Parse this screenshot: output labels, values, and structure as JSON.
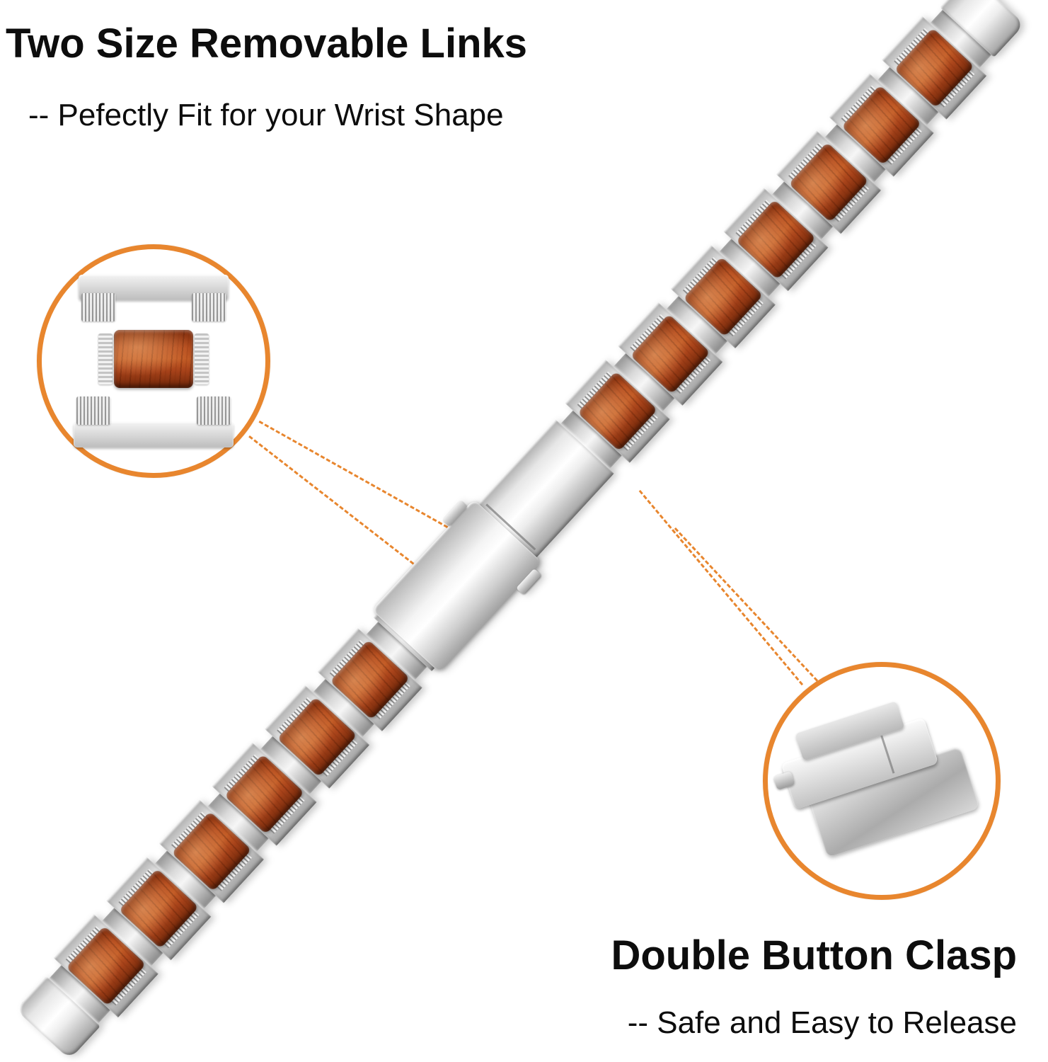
{
  "annotations": {
    "top": {
      "title": "Two Size Removable Links",
      "subtitle": "-- Pefectly Fit for your Wrist Shape"
    },
    "bottom": {
      "title": "Double Button Clasp",
      "subtitle": "-- Safe and Easy to Release"
    }
  },
  "colors": {
    "accent_orange": "#E8862E",
    "wood_red": "#B04818",
    "steel_light": "#F2F2F2",
    "steel_dark": "#A8A8A8",
    "text": "#0D0D0D"
  },
  "band": {
    "wood_links_lower": 6,
    "wood_links_upper": 7,
    "clasp_sections": 1
  }
}
